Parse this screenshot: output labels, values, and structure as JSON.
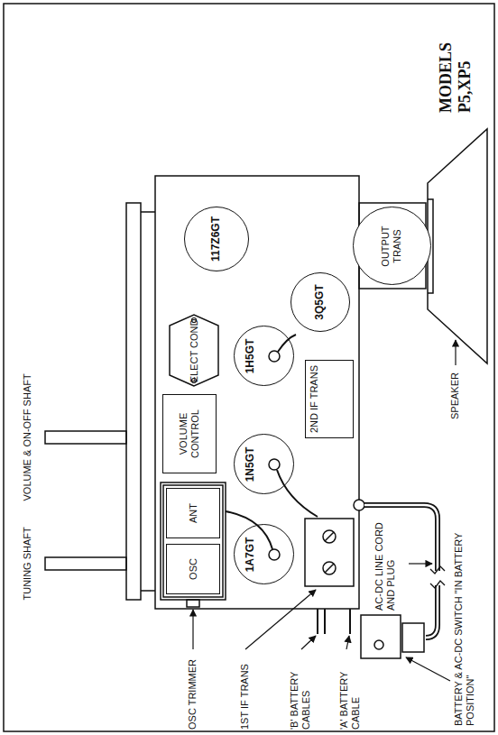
{
  "diagram": {
    "title": "MODELS P5,XP5",
    "nodes": [
      {
        "text": [
          "ANT"
        ]
      },
      {
        "text": [
          "OSC"
        ]
      },
      {
        "text": [
          "VOLUME CONTROL"
        ]
      },
      {
        "text": [
          "ELECT COND"
        ]
      },
      {
        "text": [
          "117Z6GT"
        ]
      },
      {
        "text": [
          "1A7GT"
        ]
      },
      {
        "text": [
          "1N5GT"
        ]
      },
      {
        "text": [
          "1H5GT"
        ]
      },
      {
        "text": [
          "2ND IF TRANS"
        ]
      },
      {
        "text": [
          "3Q5GT"
        ]
      },
      {
        "text": [
          "OUTPUT TRANS"
        ]
      }
    ],
    "labels": [
      "TUNING SHAFT",
      "VOLUME & ON-OFF SHAFT",
      "SPEAKER",
      "AC-DC LINE CORD AND PLUG",
      "BATTERY & AC-DC SWITCH \"IN BATTERY POSITION\"",
      "OSC TRIMMER",
      "1ST IF TRANS",
      "'B' BATTERY CABLES",
      "'A' BATTERY CABLE"
    ]
  }
}
